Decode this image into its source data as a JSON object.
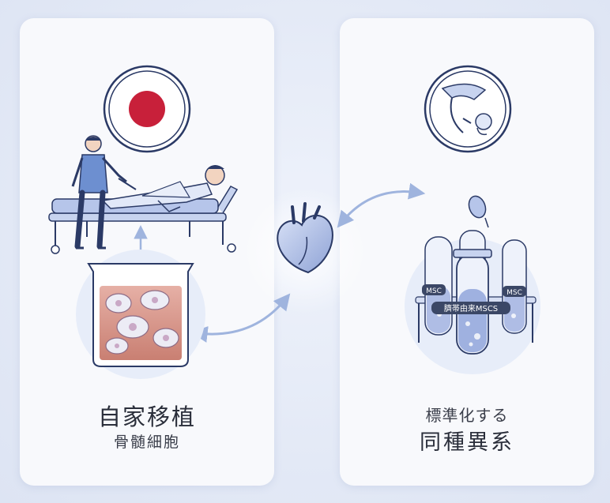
{
  "left_card": {
    "title": "自家移植",
    "subtitle": "骨髄細胞",
    "icons": [
      "japan-flag-icon",
      "patient-bed-illustration",
      "beaker-cells-icon"
    ]
  },
  "center": {
    "icon": "heart-icon"
  },
  "right_card": {
    "subtitle": "標準化する",
    "title": "同種異系",
    "icons": [
      "umbilical-mother-baby-icon",
      "test-tubes-illustration"
    ],
    "tube_labels": [
      "MSC",
      "MSC"
    ],
    "band_label": "臍帯由来MSCS"
  },
  "colors": {
    "accent_red": "#c8203a",
    "outline": "#2b3a66",
    "light_blue": "#a7b7e2",
    "tissue": "#d9998d"
  }
}
